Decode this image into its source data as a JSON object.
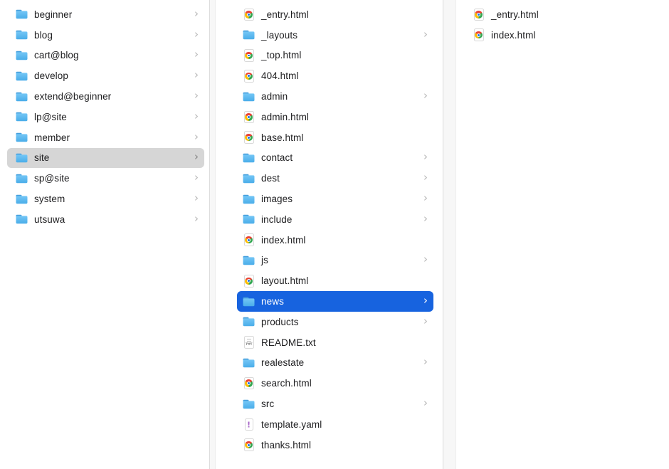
{
  "view": "finder-column-browser",
  "colors": {
    "selection_blue": "#1763df",
    "selection_gray": "#d6d6d6",
    "text": "#1d1d1f",
    "chevron": "#b6b6b6",
    "folder_tab": "#459fdd",
    "folder_blue_light": "#74c6f6",
    "folder_blue_dark": "#4aade9",
    "divider_fill": "#f7f7f7",
    "divider_border": "#dcdcdc"
  },
  "icons": {
    "chevron_right": "›",
    "txt_badge": "TXT",
    "yaml_glyph": "!"
  },
  "columns": [
    {
      "name": "roots",
      "items": [
        {
          "label": "beginner",
          "type": "folder",
          "expandable": true
        },
        {
          "label": "blog",
          "type": "folder",
          "expandable": true
        },
        {
          "label": "cart@blog",
          "type": "folder",
          "expandable": true
        },
        {
          "label": "develop",
          "type": "folder",
          "expandable": true
        },
        {
          "label": "extend@beginner",
          "type": "folder",
          "expandable": true
        },
        {
          "label": "lp@site",
          "type": "folder",
          "expandable": true
        },
        {
          "label": "member",
          "type": "folder",
          "expandable": true
        },
        {
          "label": "site",
          "type": "folder",
          "expandable": true,
          "selected": "gray"
        },
        {
          "label": "sp@site",
          "type": "folder",
          "expandable": true
        },
        {
          "label": "system",
          "type": "folder",
          "expandable": true
        },
        {
          "label": "utsuwa",
          "type": "folder",
          "expandable": true
        }
      ]
    },
    {
      "name": "site-contents",
      "items": [
        {
          "label": "_entry.html",
          "type": "html"
        },
        {
          "label": "_layouts",
          "type": "folder",
          "expandable": true
        },
        {
          "label": "_top.html",
          "type": "html"
        },
        {
          "label": "404.html",
          "type": "html"
        },
        {
          "label": "admin",
          "type": "folder",
          "expandable": true
        },
        {
          "label": "admin.html",
          "type": "html"
        },
        {
          "label": "base.html",
          "type": "html"
        },
        {
          "label": "contact",
          "type": "folder",
          "expandable": true
        },
        {
          "label": "dest",
          "type": "folder",
          "expandable": true
        },
        {
          "label": "images",
          "type": "folder",
          "expandable": true
        },
        {
          "label": "include",
          "type": "folder",
          "expandable": true
        },
        {
          "label": "index.html",
          "type": "html"
        },
        {
          "label": "js",
          "type": "folder",
          "expandable": true
        },
        {
          "label": "layout.html",
          "type": "html"
        },
        {
          "label": "news",
          "type": "folder",
          "expandable": true,
          "selected": "blue"
        },
        {
          "label": "products",
          "type": "folder",
          "expandable": true
        },
        {
          "label": "README.txt",
          "type": "txt"
        },
        {
          "label": "realestate",
          "type": "folder",
          "expandable": true
        },
        {
          "label": "search.html",
          "type": "html"
        },
        {
          "label": "src",
          "type": "folder",
          "expandable": true
        },
        {
          "label": "template.yaml",
          "type": "yaml"
        },
        {
          "label": "thanks.html",
          "type": "html"
        }
      ]
    },
    {
      "name": "news-contents",
      "items": [
        {
          "label": "_entry.html",
          "type": "html"
        },
        {
          "label": "index.html",
          "type": "html"
        }
      ]
    }
  ]
}
